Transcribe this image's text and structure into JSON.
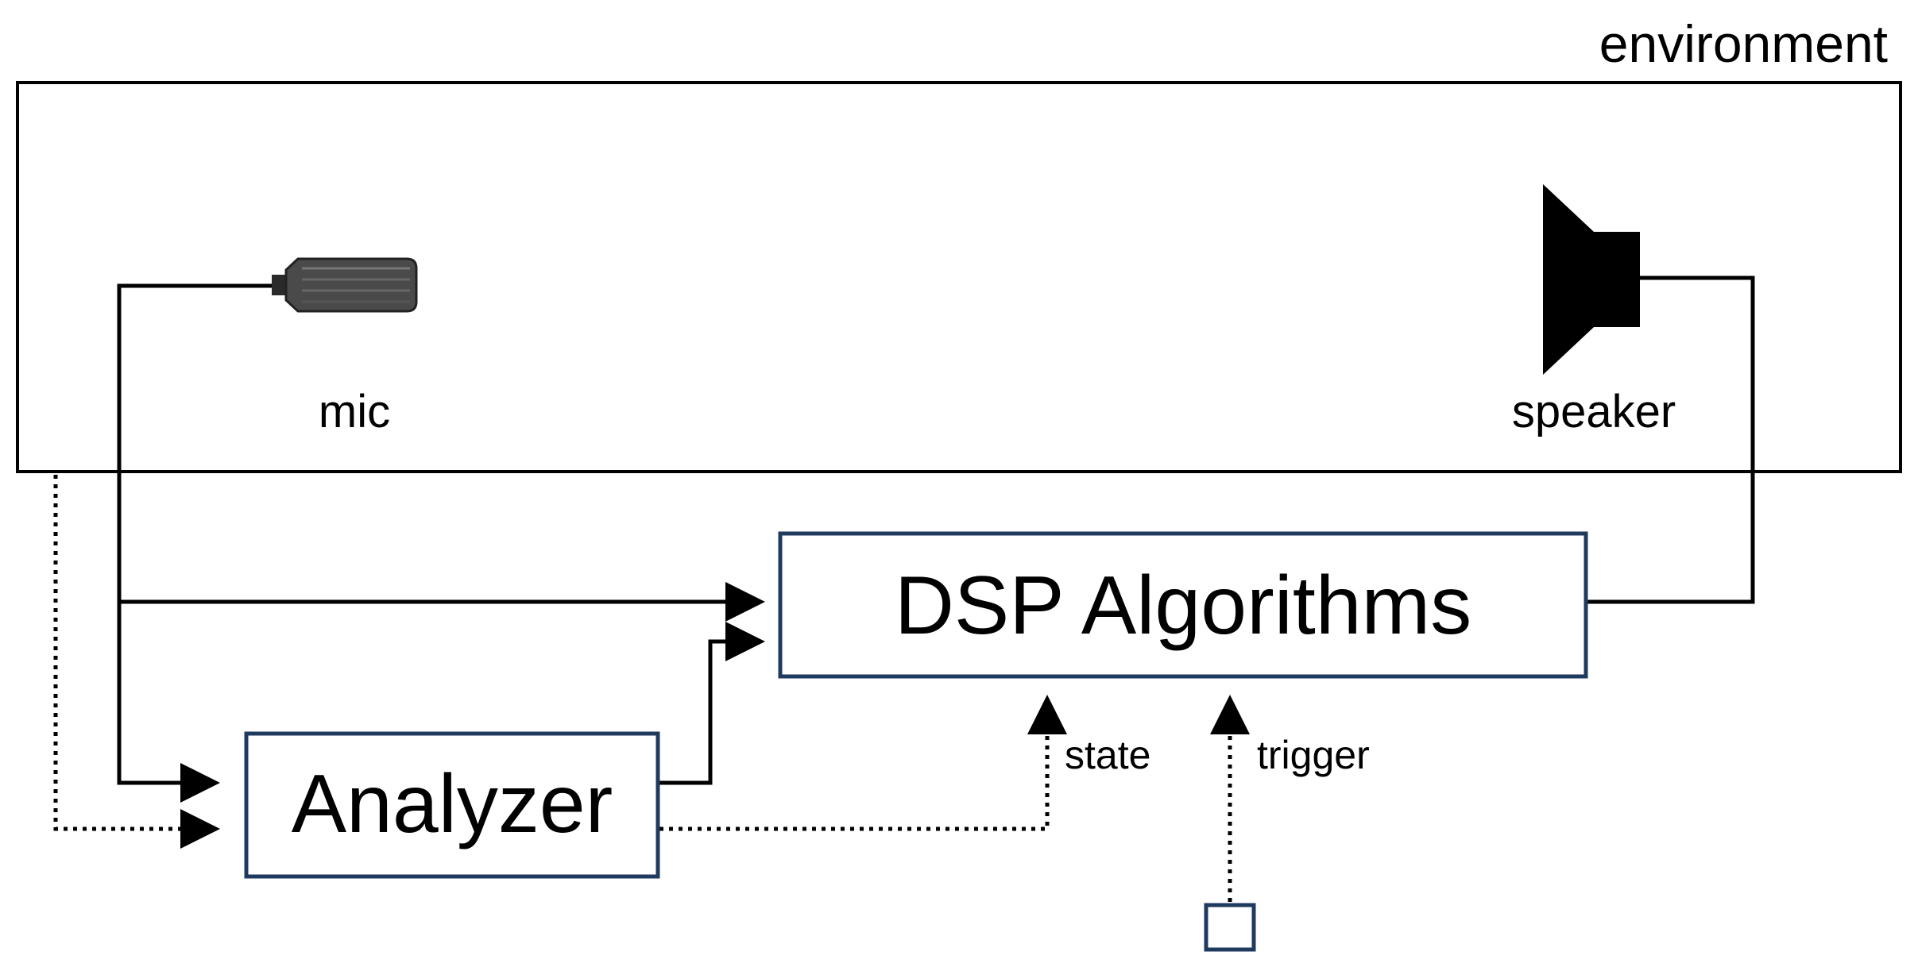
{
  "environment": {
    "label": "environment"
  },
  "mic": {
    "label": "mic",
    "icon": "microphone-icon"
  },
  "speaker": {
    "label": "speaker",
    "icon": "speaker-icon"
  },
  "dsp": {
    "label": "DSP Algorithms"
  },
  "analyzer": {
    "label": "Analyzer"
  },
  "inputs": {
    "state": "state",
    "trigger": "trigger"
  },
  "trigger_button": {
    "icon": "square-icon"
  },
  "colors": {
    "block_border": "#1f3a5f",
    "line": "#000000"
  }
}
